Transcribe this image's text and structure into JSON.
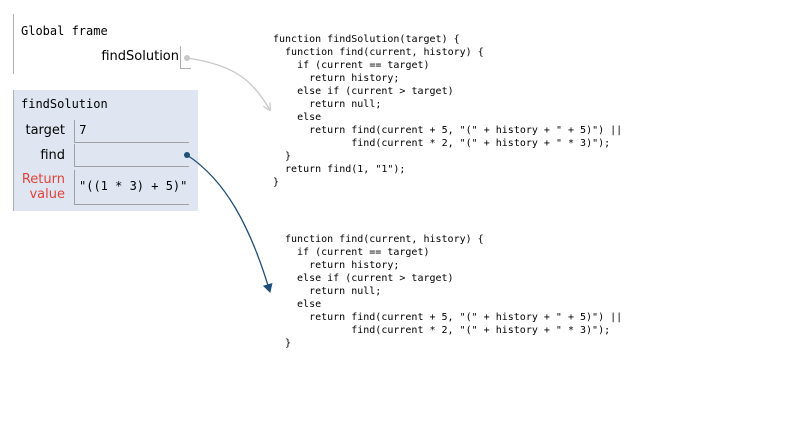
{
  "global_frame": {
    "title": "Global frame",
    "variables": [
      {
        "name": "findSolution"
      }
    ]
  },
  "function_frame": {
    "title": "findSolution",
    "variables": [
      {
        "name": "target",
        "value": "7"
      },
      {
        "name": "find",
        "value": ""
      }
    ],
    "return_label": "Return\nvalue",
    "return_value": "\"((1 * 3) + 5)\""
  },
  "code_blocks": {
    "main": "function findSolution(target) {\n  function find(current, history) {\n    if (current == target)\n      return history;\n    else if (current > target)\n      return null;\n    else\n      return find(current + 5, \"(\" + history + \" + 5)\") ||\n             find(current * 2, \"(\" + history + \" * 3)\");\n  }\n  return find(1, \"1\");\n}",
    "find": "function find(current, history) {\n  if (current == target)\n    return history;\n  else if (current > target)\n    return null;\n  else\n    return find(current + 5, \"(\" + history + \" + 5)\") ||\n           find(current * 2, \"(\" + history + \" * 3)\");\n}"
  },
  "colors": {
    "frame_background": "#dfe6f2",
    "return_label": "#e0433b",
    "pointer_global": "#c8c8c8",
    "pointer_active": "#1f4e79"
  }
}
